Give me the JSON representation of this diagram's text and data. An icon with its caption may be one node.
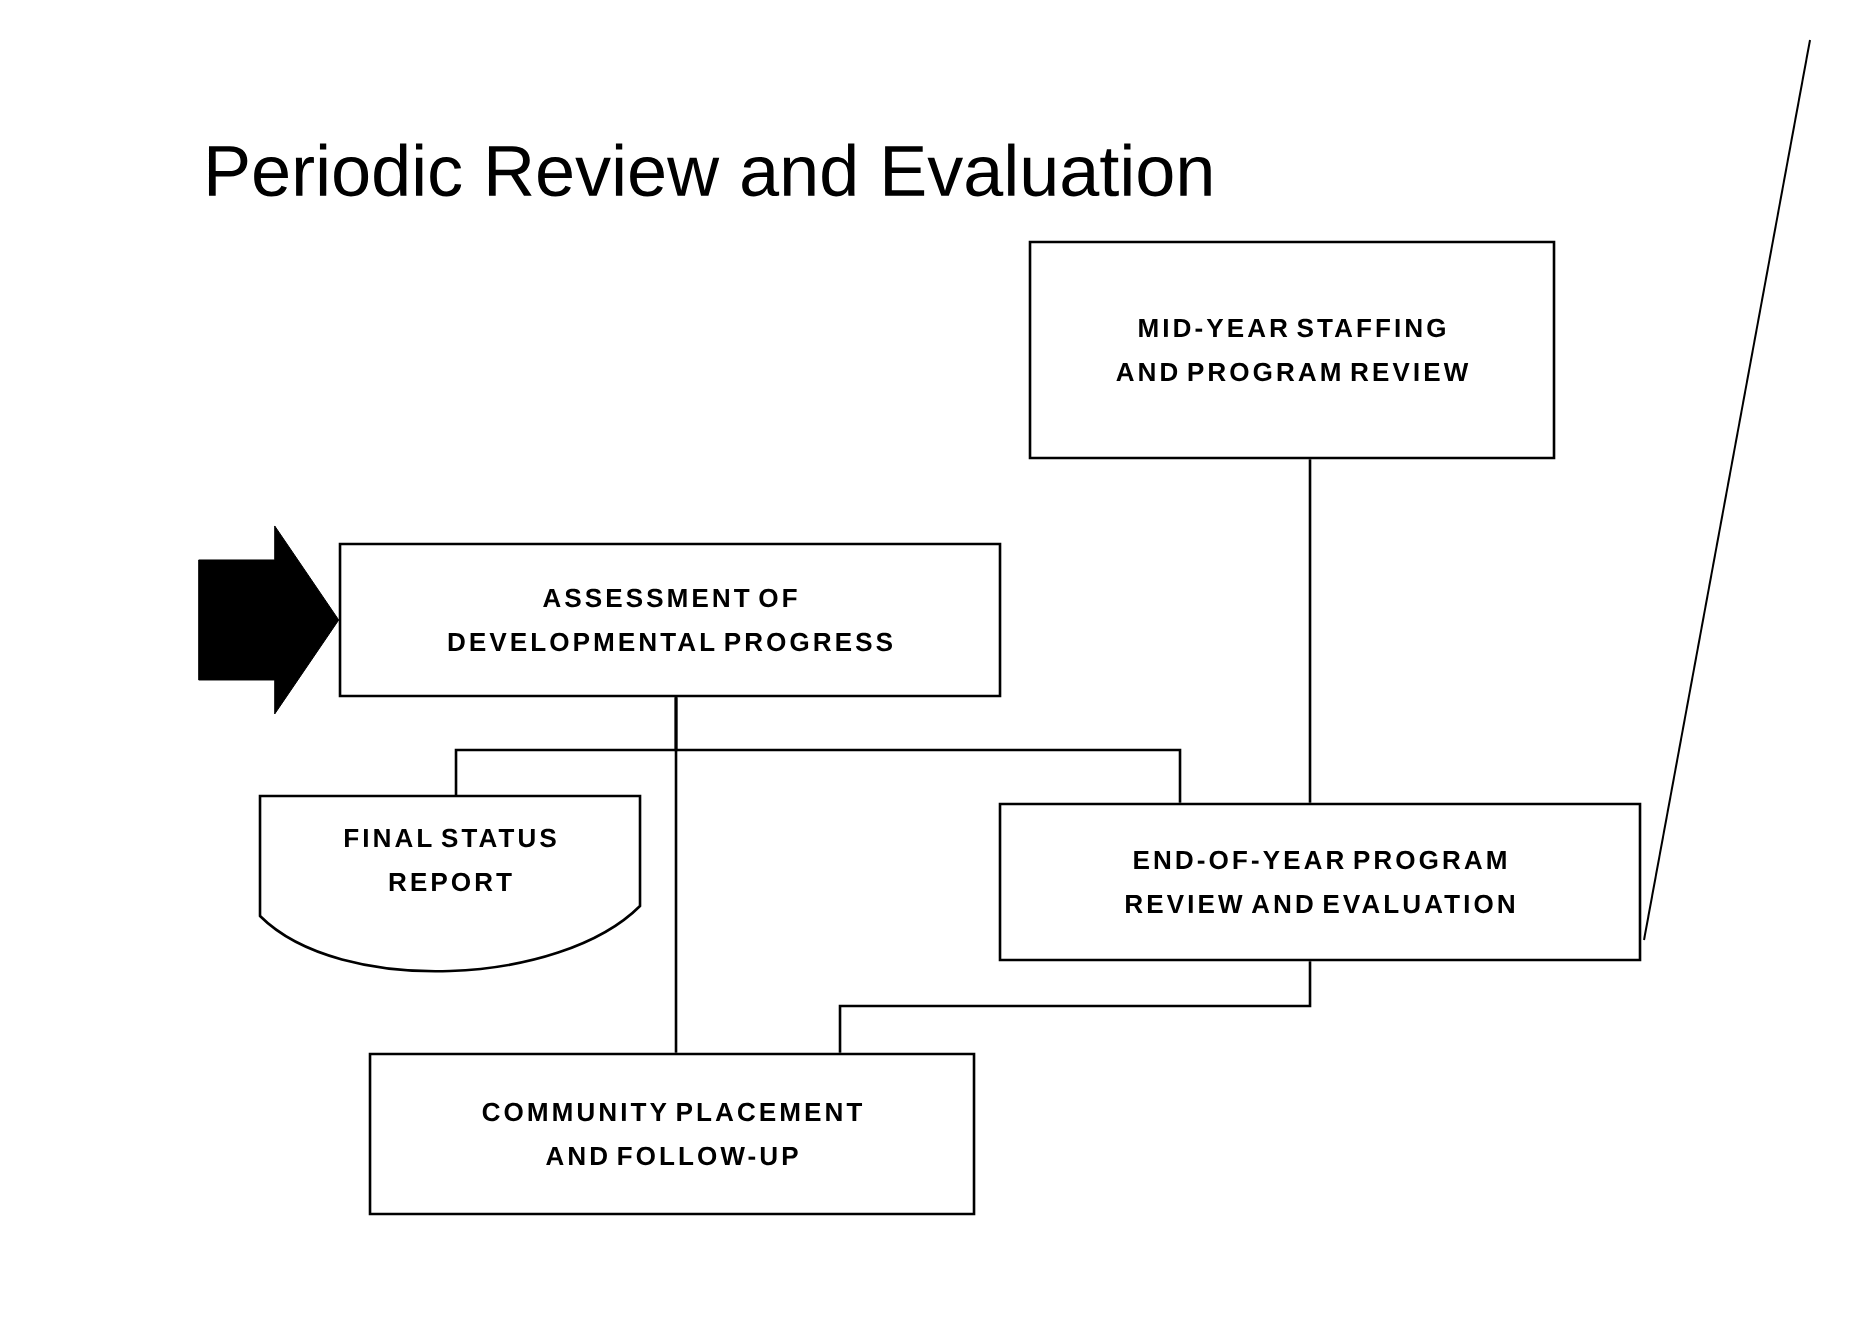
{
  "diagram": {
    "title": "Periodic Review and Evaluation",
    "nodes": [
      {
        "text": [
          "MID-YEAR STAFFING AND PROGRAM REVIEW"
        ]
      },
      {
        "text": [
          "ASSESSMENT OF DEVELOPMENTAL PROGRESS"
        ]
      },
      {
        "text": [
          "FINAL STATUS REPORT"
        ]
      },
      {
        "text": [
          "END-OF-YEAR PROGRAM REVIEW AND EVALUATION"
        ]
      },
      {
        "text": [
          "COMMUNITY PLACEMENT AND FOLLOW-UP"
        ]
      }
    ],
    "edges": [
      {
        "from": null,
        "to": 1,
        "arrow": "to",
        "style": "thick"
      },
      {
        "from": 1,
        "to": 2,
        "arrow": "none"
      },
      {
        "from": 1,
        "to": 3,
        "arrow": "none"
      },
      {
        "from": 1,
        "to": 4,
        "arrow": "none"
      },
      {
        "from": 0,
        "to": 3,
        "arrow": "none"
      },
      {
        "from": 3,
        "to": 4,
        "arrow": "none"
      }
    ]
  }
}
